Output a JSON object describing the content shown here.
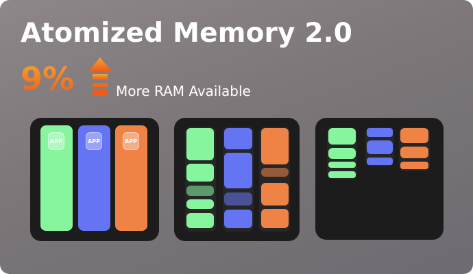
{
  "title": "Atomized Memory 2.0",
  "stat": {
    "value": "9%",
    "label": "More RAM Available"
  },
  "app_icon_label": "APP",
  "colors": {
    "green": "#87f59e",
    "blue": "#6474f3",
    "orange": "#ef8346",
    "accent": "#f7a52c"
  }
}
